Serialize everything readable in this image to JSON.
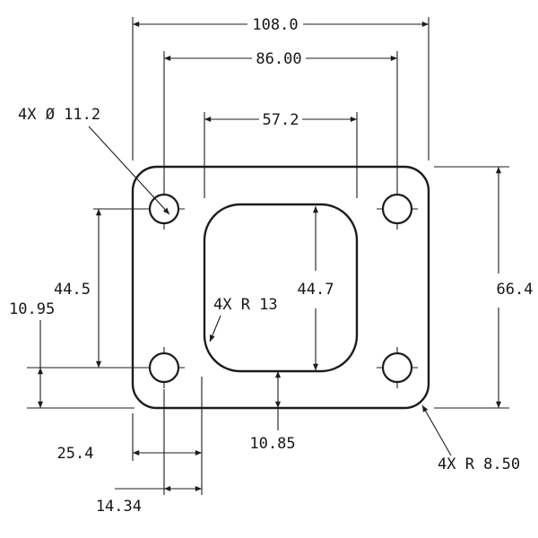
{
  "colors": {
    "background": "#ffffff",
    "line": "#1c1c1c"
  },
  "labels": {
    "overall_width": "108.0",
    "bolt_spacing_horizontal": "86.00",
    "port_width": "57.2",
    "bolt_holes": "4X Ø 11.2",
    "bolt_spacing_vertical": "44.5",
    "port_height": "44.7",
    "overall_height": "66.4",
    "bolt_row_to_bottom_edge": "10.95",
    "port_corner_radius": "4X R 13",
    "edge_to_port_left": "25.4",
    "port_to_bottom_edge": "10.85",
    "bolt_to_port_left": "14.34",
    "flange_corner_radius": "4X R 8.50"
  }
}
